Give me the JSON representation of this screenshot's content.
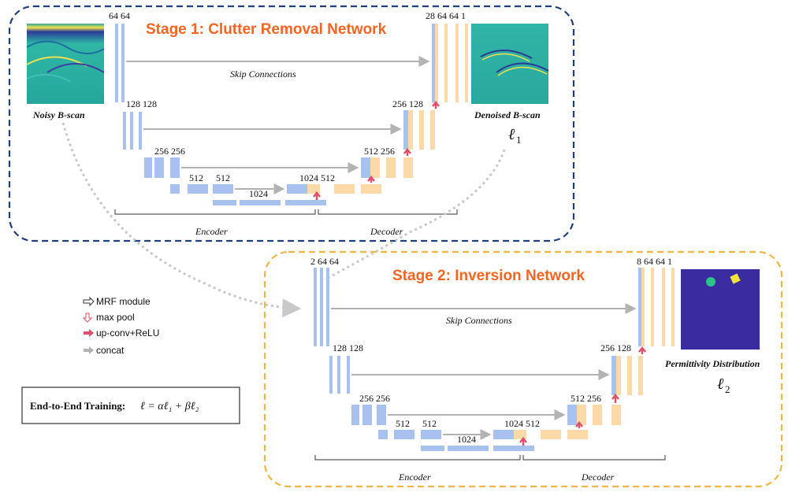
{
  "stage1": {
    "title": "Stage 1: Clutter Removal Network",
    "input_label": "Noisy B-scan",
    "output_label": "Denoised B-scan",
    "loss_symbol": "ℓ",
    "loss_sub": "1",
    "skip_label": "Skip Connections",
    "encoder_label": "Encoder",
    "decoder_label": "Decoder",
    "ch_top_left": "64  64",
    "ch_top_right": "28  64  64  1",
    "ch_l2": "128  128",
    "ch_l3": "256  256",
    "ch_l4a": "512",
    "ch_l4b": "512",
    "ch_bottom": "1024",
    "ch_r2": "256  128",
    "ch_r3": "512  256",
    "ch_r4": "1024  512"
  },
  "stage2": {
    "title": "Stage 2: Inversion Network",
    "output_label": "Permittivity Distribution",
    "loss_symbol": "ℓ",
    "loss_sub": "2",
    "skip_label": "Skip Connections",
    "encoder_label": "Encoder",
    "decoder_label": "Decoder",
    "ch_top_left": "2  64  64",
    "ch_top_right": "8  64  64  1",
    "ch_l2": "128  128",
    "ch_l3": "256  256",
    "ch_l4a": "512",
    "ch_l4b": "512",
    "ch_bottom": "1024",
    "ch_r2": "256  128",
    "ch_r3": "512  256",
    "ch_r4": "1024  512"
  },
  "legend": {
    "items": [
      {
        "label": "MRF module",
        "icon": "hollow-arrow-icon"
      },
      {
        "label": "max pool",
        "icon": "pink-down-arrow-icon"
      },
      {
        "label": "up-conv+ReLU",
        "icon": "red-arrow-icon"
      },
      {
        "label": "concat",
        "icon": "gray-arrow-icon"
      }
    ]
  },
  "training": {
    "prefix": "End-to-End Training:",
    "formula": "ℓ = αℓ₁ + βℓ₂"
  },
  "colors": {
    "stage1_border": "#1f3f7a",
    "stage2_border": "#f0b64a",
    "encoder_block": "#a9c1ee",
    "decoder_block": "#fcd9a8",
    "title": "#f26522",
    "up_arrow": "#e0506a",
    "concat_arrow": "#b3b3b3",
    "permittivity_bg": "#3a2ca0"
  }
}
